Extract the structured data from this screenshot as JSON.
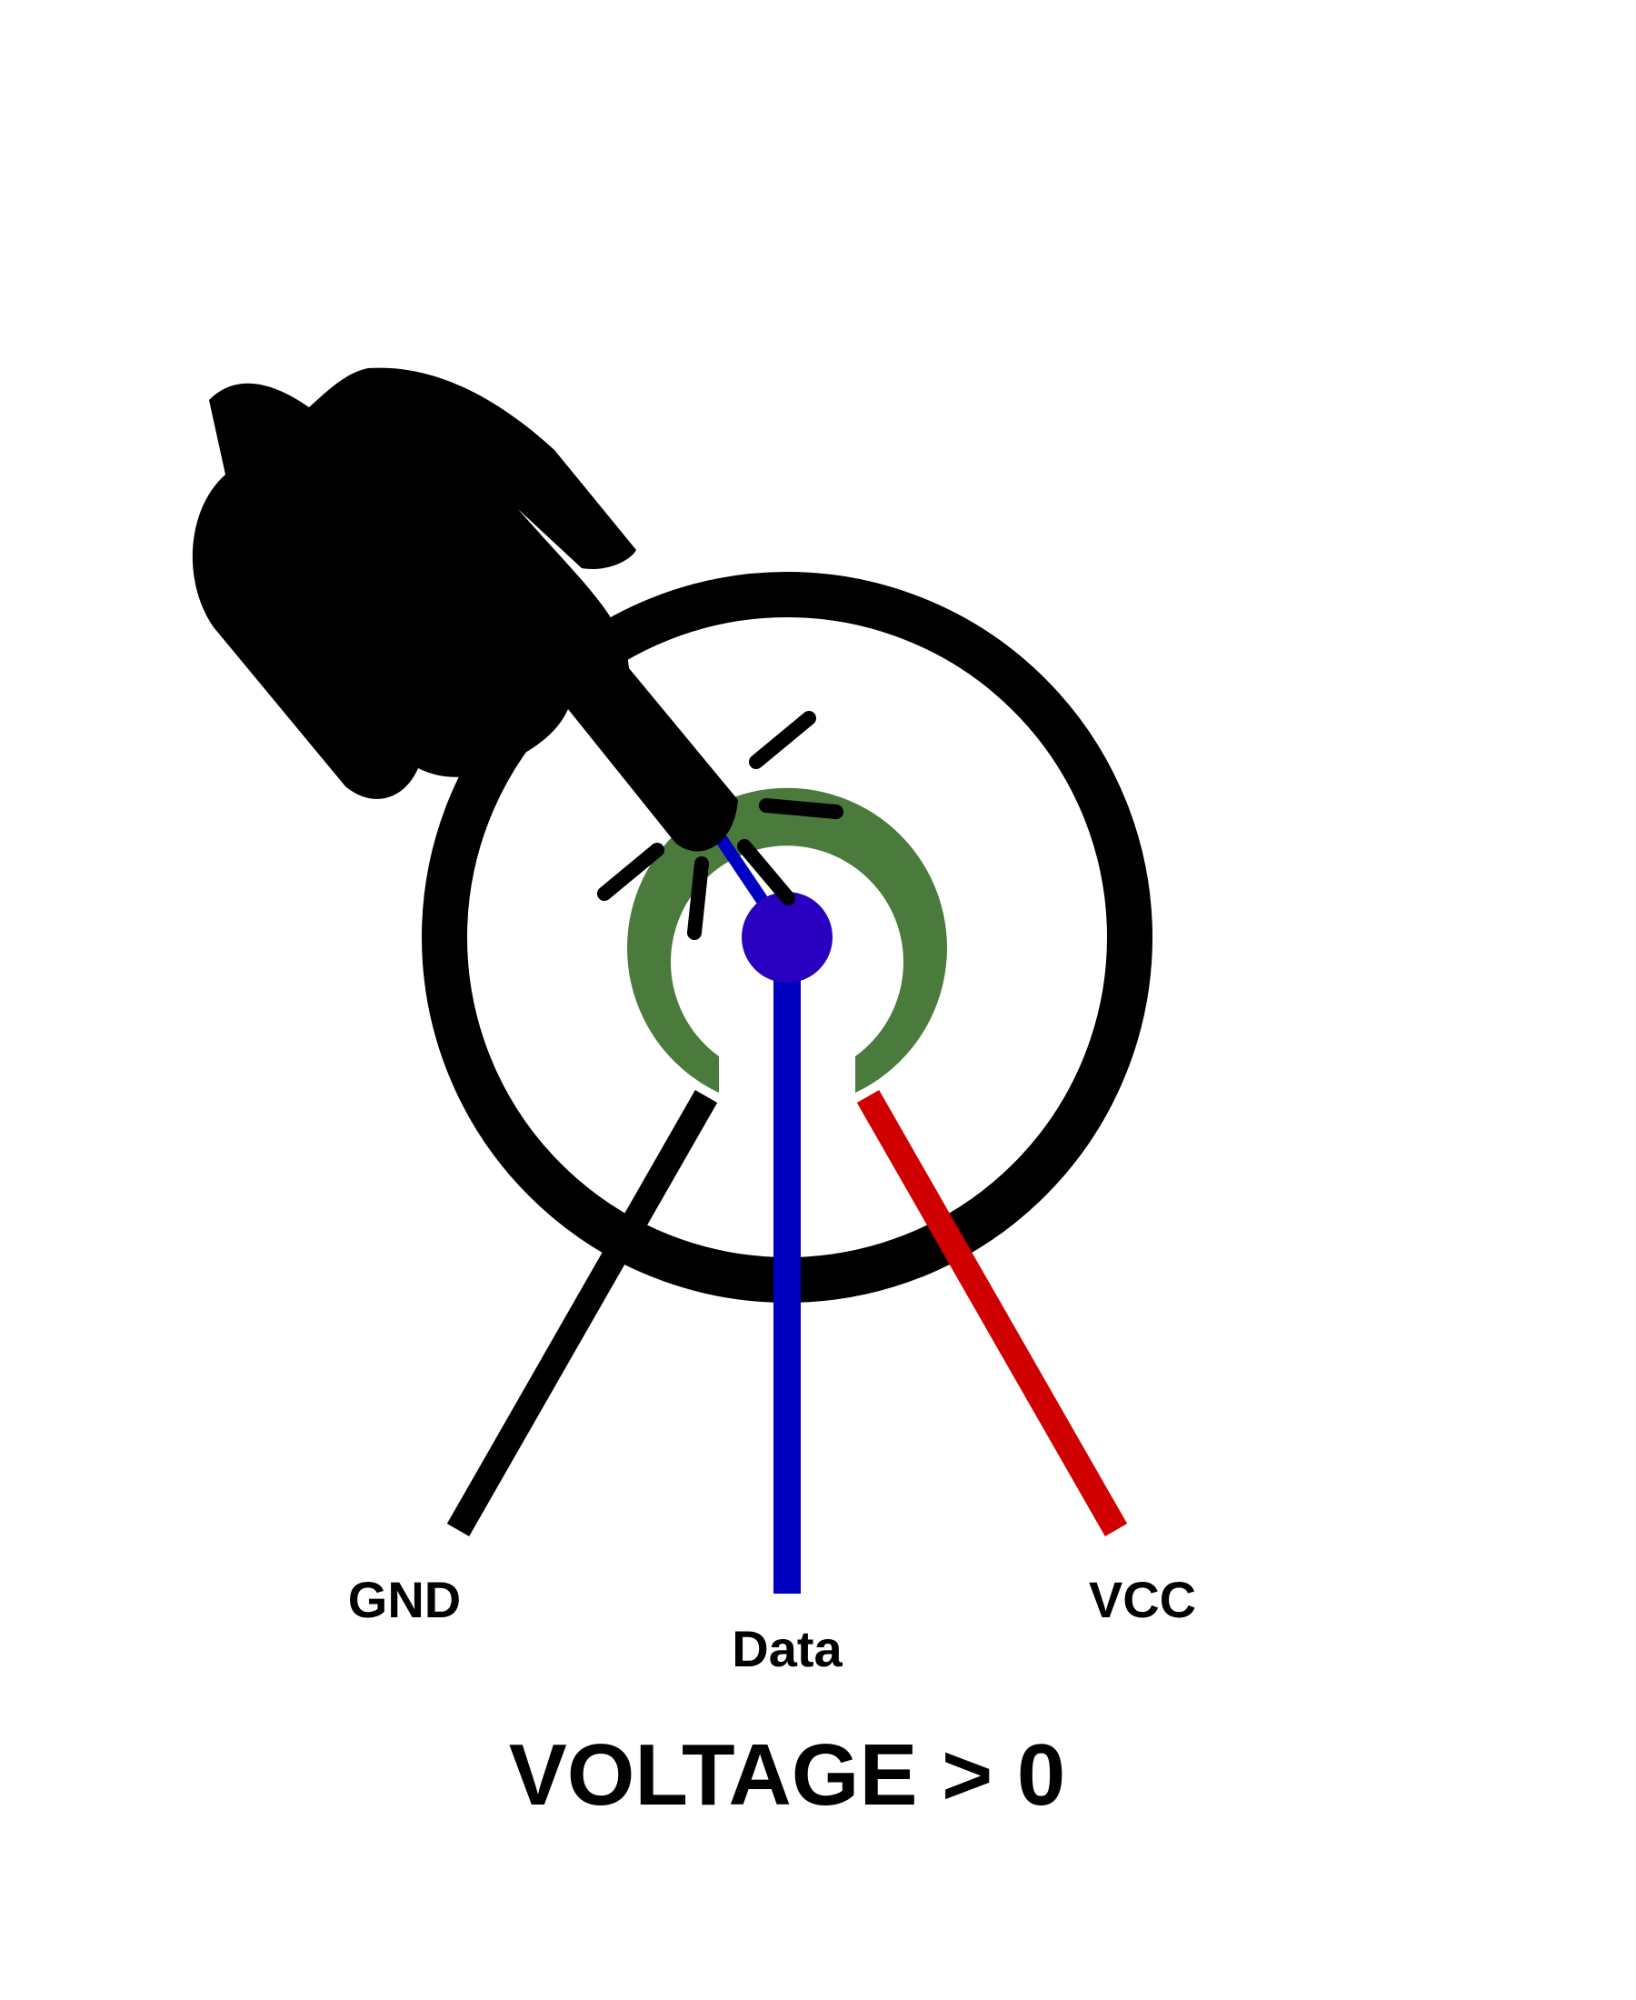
{
  "labels": {
    "gnd": "GND",
    "data": "Data",
    "vcc": "VCC"
  },
  "caption": "VOLTAGE > 0",
  "colors": {
    "outer_ring": "#000000",
    "resistive_track": "#4a7a3c",
    "wiper_center": "#2a00c0",
    "data_wire": "#0000c0",
    "gnd_wire": "#000000",
    "vcc_wire": "#d00000",
    "hand": "#000000",
    "background": "#ffffff"
  },
  "icons": {
    "hand": "pointing-hand-icon",
    "touch_marks": "touch-burst-icon"
  }
}
